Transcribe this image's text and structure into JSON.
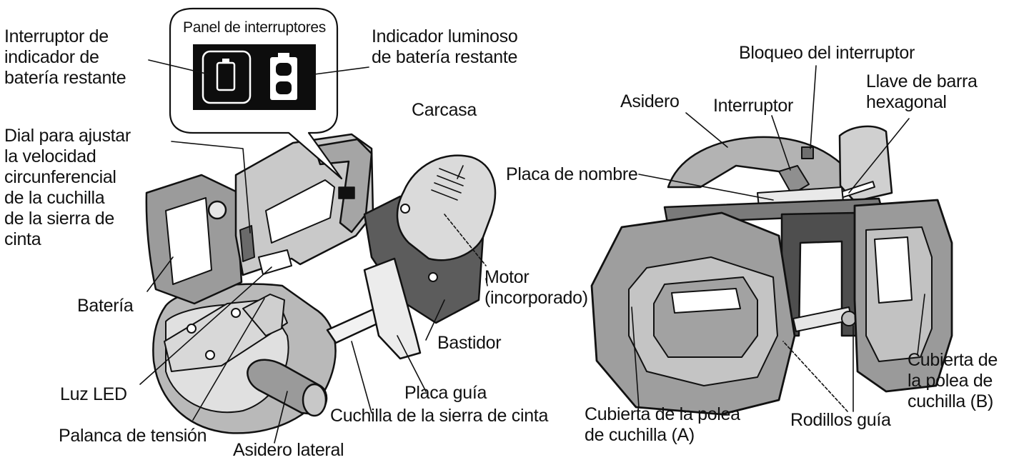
{
  "colors": {
    "ink": "#111111",
    "body_light": "#d6d6d6",
    "body_mid": "#a9a9a9",
    "body_dark": "#4a4a4a",
    "panel": "#0d0d0d"
  },
  "switch_panel": {
    "title": "Panel de interruptores",
    "icons": [
      "battery-icon",
      "battery-level-indicator-icon"
    ]
  },
  "left_view": {
    "labels": {
      "battery_switch": "Interruptor de\nindicador de\nbatería restante",
      "battery_light": "Indicador luminoso\nde batería restante",
      "speed_dial": "Dial para ajustar\nla velocidad\ncircunferencial\nde la cuchilla\nde la sierra de\ncinta",
      "housing": "Carcasa",
      "battery": "Batería",
      "motor": "Motor\n(incorporado)",
      "frame": "Bastidor",
      "led_light": "Luz LED",
      "guide_plate": "Placa guía",
      "blade": "Cuchilla de la sierra de cinta",
      "tension_lever": "Palanca de tensión",
      "side_handle": "Asidero lateral"
    }
  },
  "right_view": {
    "labels": {
      "switch_lock": "Bloqueo del interruptor",
      "handle": "Asidero",
      "switch": "Interruptor",
      "hex_wrench": "Llave de barra\nhexagonal",
      "nameplate": "Placa de nombre",
      "cover_a": "Cubierta de la polea\nde cuchilla (A)",
      "guide_rollers": "Rodillos guía",
      "cover_b": "Cubierta de\nla polea de\ncuchilla (B)"
    }
  }
}
